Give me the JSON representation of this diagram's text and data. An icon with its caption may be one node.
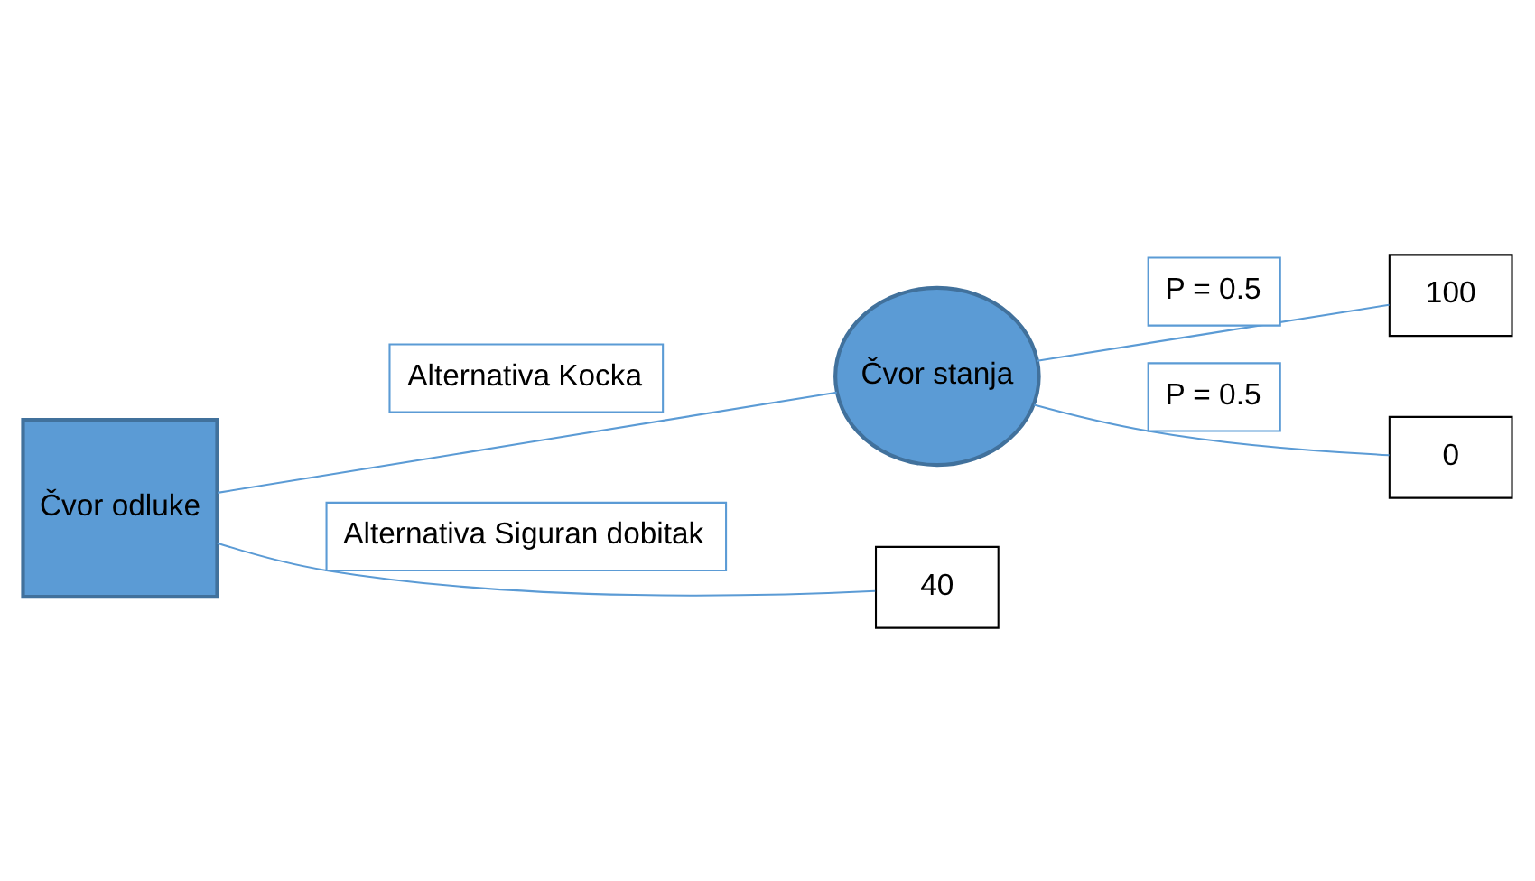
{
  "diagram": {
    "nodes": [
      {
        "text": [
          "Čvor odluke"
        ]
      },
      {
        "text": [
          "Čvor stanja"
        ]
      },
      {
        "text": [
          "100"
        ]
      },
      {
        "text": [
          "0"
        ]
      },
      {
        "text": [
          "40"
        ]
      }
    ],
    "edges": [
      {
        "from": 0,
        "to": 1,
        "arrow": "none",
        "label": "Alternativa Kocka"
      },
      {
        "from": 0,
        "to": 4,
        "arrow": "none",
        "label": "Alternativa Siguran dobitak"
      },
      {
        "from": 1,
        "to": 2,
        "arrow": "none",
        "label": "P = 0.5"
      },
      {
        "from": 1,
        "to": 3,
        "arrow": "none",
        "label": "P = 0.5"
      }
    ]
  }
}
